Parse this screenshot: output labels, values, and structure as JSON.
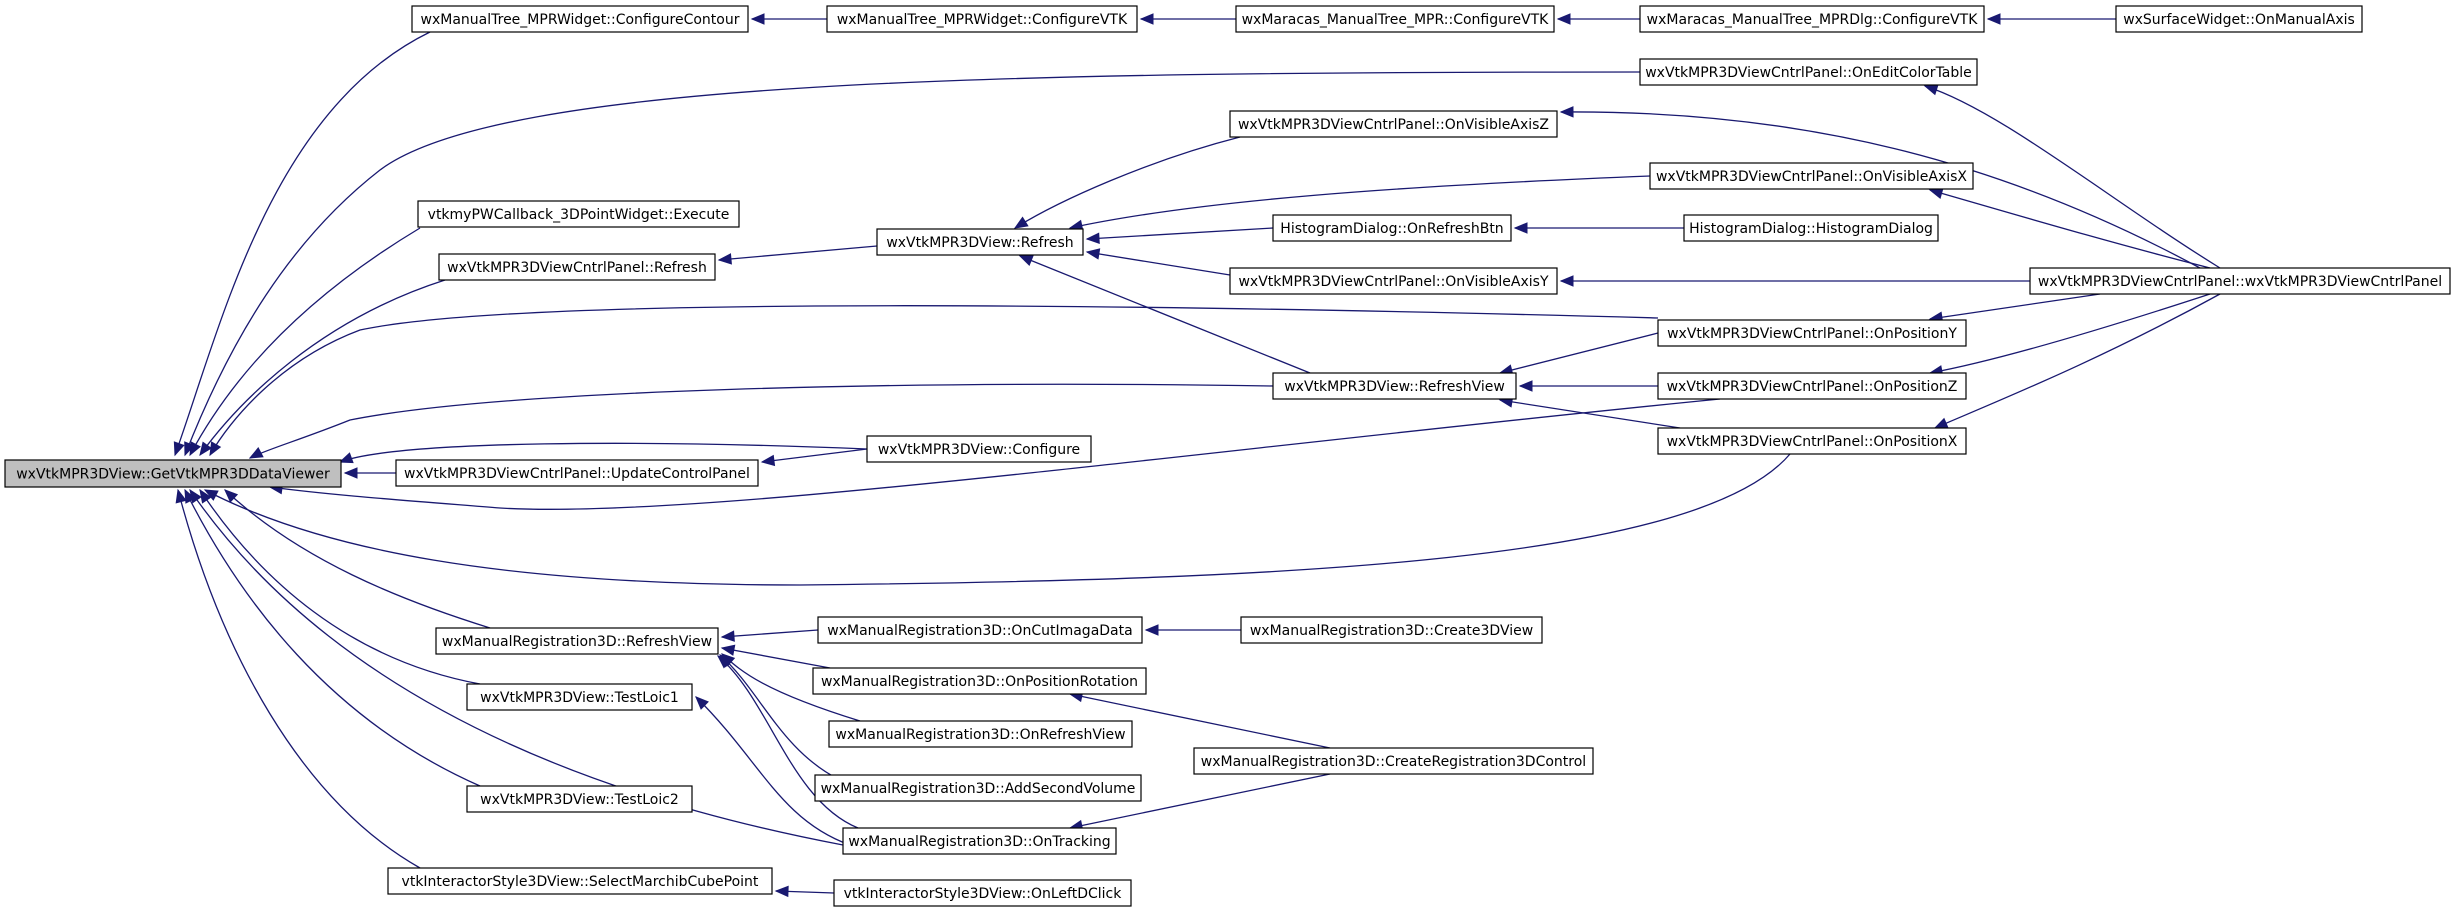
{
  "colors": {
    "edge": "#191970",
    "root_fill": "#bfbfbf",
    "node_fill": "#ffffff",
    "node_stroke": "#000000"
  },
  "nodes": [
    {
      "id": "root",
      "label": "wxVtkMPR3DView::GetVtkMPR3DDataViewer",
      "root": true
    },
    {
      "id": "mt_contour",
      "label": "wxManualTree_MPRWidget::ConfigureContour"
    },
    {
      "id": "mt_vtk",
      "label": "wxManualTree_MPRWidget::ConfigureVTK"
    },
    {
      "id": "mm_vtk",
      "label": "wxMaracas_ManualTree_MPR::ConfigureVTK"
    },
    {
      "id": "mmd_vtk",
      "label": "wxMaracas_ManualTree_MPRDlg::ConfigureVTK"
    },
    {
      "id": "surf",
      "label": "wxSurfaceWidget::OnManualAxis"
    },
    {
      "id": "edit_color",
      "label": "wxVtkMPR3DViewCntrlPanel::OnEditColorTable"
    },
    {
      "id": "vis_z",
      "label": "wxVtkMPR3DViewCntrlPanel::OnVisibleAxisZ"
    },
    {
      "id": "vis_x",
      "label": "wxVtkMPR3DViewCntrlPanel::OnVisibleAxisX"
    },
    {
      "id": "pw_exec",
      "label": "vtkmyPWCallback_3DPointWidget::Execute"
    },
    {
      "id": "hist_btn",
      "label": "HistogramDialog::OnRefreshBtn"
    },
    {
      "id": "hist_dlg",
      "label": "HistogramDialog::HistogramDialog"
    },
    {
      "id": "cp_refresh",
      "label": "wxVtkMPR3DViewCntrlPanel::Refresh"
    },
    {
      "id": "v_refresh",
      "label": "wxVtkMPR3DView::Refresh"
    },
    {
      "id": "vis_y",
      "label": "wxVtkMPR3DViewCntrlPanel::OnVisibleAxisY"
    },
    {
      "id": "cp_ctor",
      "label": "wxVtkMPR3DViewCntrlPanel::wxVtkMPR3DViewCntrlPanel"
    },
    {
      "id": "pos_y",
      "label": "wxVtkMPR3DViewCntrlPanel::OnPositionY"
    },
    {
      "id": "v_refreshview",
      "label": "wxVtkMPR3DView::RefreshView"
    },
    {
      "id": "pos_z",
      "label": "wxVtkMPR3DViewCntrlPanel::OnPositionZ"
    },
    {
      "id": "v_configure",
      "label": "wxVtkMPR3DView::Configure"
    },
    {
      "id": "pos_x",
      "label": "wxVtkMPR3DViewCntrlPanel::OnPositionX"
    },
    {
      "id": "update_cp",
      "label": "wxVtkMPR3DViewCntrlPanel::UpdateControlPanel"
    },
    {
      "id": "mr_refreshview",
      "label": "wxManualRegistration3D::RefreshView"
    },
    {
      "id": "mr_cut",
      "label": "wxManualRegistration3D::OnCutImagaData"
    },
    {
      "id": "mr_create3d",
      "label": "wxManualRegistration3D::Create3DView"
    },
    {
      "id": "mr_posrot",
      "label": "wxManualRegistration3D::OnPositionRotation"
    },
    {
      "id": "test1",
      "label": "wxVtkMPR3DView::TestLoic1"
    },
    {
      "id": "mr_onrefresh",
      "label": "wxManualRegistration3D::OnRefreshView"
    },
    {
      "id": "mr_createreg",
      "label": "wxManualRegistration3D::CreateRegistration3DControl"
    },
    {
      "id": "mr_addsecond",
      "label": "wxManualRegistration3D::AddSecondVolume"
    },
    {
      "id": "test2",
      "label": "wxVtkMPR3DView::TestLoic2"
    },
    {
      "id": "mr_tracking",
      "label": "wxManualRegistration3D::OnTracking"
    },
    {
      "id": "is_select",
      "label": "vtkInteractorStyle3DView::SelectMarchibCubePoint"
    },
    {
      "id": "is_ldclick",
      "label": "vtkInteractorStyle3DView::OnLeftDClick"
    }
  ],
  "edges": [
    {
      "from": "mt_contour",
      "to": "root"
    },
    {
      "from": "mt_vtk",
      "to": "mt_contour"
    },
    {
      "from": "mm_vtk",
      "to": "mt_vtk"
    },
    {
      "from": "mmd_vtk",
      "to": "mm_vtk"
    },
    {
      "from": "surf",
      "to": "mmd_vtk"
    },
    {
      "from": "edit_color",
      "to": "root"
    },
    {
      "from": "cp_ctor",
      "to": "edit_color"
    },
    {
      "from": "pw_exec",
      "to": "root"
    },
    {
      "from": "cp_refresh",
      "to": "root"
    },
    {
      "from": "v_refresh",
      "to": "cp_refresh"
    },
    {
      "from": "vis_z",
      "to": "v_refresh"
    },
    {
      "from": "vis_x",
      "to": "v_refresh"
    },
    {
      "from": "hist_btn",
      "to": "v_refresh"
    },
    {
      "from": "vis_y",
      "to": "v_refresh"
    },
    {
      "from": "v_refreshview",
      "to": "v_refresh"
    },
    {
      "from": "hist_dlg",
      "to": "hist_btn"
    },
    {
      "from": "cp_ctor",
      "to": "vis_z"
    },
    {
      "from": "cp_ctor",
      "to": "vis_x"
    },
    {
      "from": "cp_ctor",
      "to": "vis_y"
    },
    {
      "from": "cp_ctor",
      "to": "pos_y"
    },
    {
      "from": "cp_ctor",
      "to": "pos_z"
    },
    {
      "from": "cp_ctor",
      "to": "pos_x"
    },
    {
      "from": "pos_y",
      "to": "v_refreshview"
    },
    {
      "from": "pos_z",
      "to": "v_refreshview"
    },
    {
      "from": "pos_x",
      "to": "v_refreshview"
    },
    {
      "from": "pos_y",
      "to": "root"
    },
    {
      "from": "v_refreshview",
      "to": "root"
    },
    {
      "from": "v_configure",
      "to": "root"
    },
    {
      "from": "v_configure",
      "to": "update_cp"
    },
    {
      "from": "update_cp",
      "to": "root"
    },
    {
      "from": "pos_z",
      "to": "root"
    },
    {
      "from": "pos_x",
      "to": "root"
    },
    {
      "from": "mr_refreshview",
      "to": "root"
    },
    {
      "from": "mr_cut",
      "to": "mr_refreshview"
    },
    {
      "from": "mr_create3d",
      "to": "mr_cut"
    },
    {
      "from": "mr_posrot",
      "to": "mr_refreshview"
    },
    {
      "from": "mr_onrefresh",
      "to": "mr_refreshview"
    },
    {
      "from": "mr_addsecond",
      "to": "mr_refreshview"
    },
    {
      "from": "mr_tracking",
      "to": "mr_refreshview"
    },
    {
      "from": "mr_createreg",
      "to": "mr_posrot"
    },
    {
      "from": "mr_createreg",
      "to": "mr_tracking"
    },
    {
      "from": "test1",
      "to": "root"
    },
    {
      "from": "mr_tracking",
      "to": "test1"
    },
    {
      "from": "mr_tracking",
      "to": "root"
    },
    {
      "from": "test2",
      "to": "root"
    },
    {
      "from": "is_select",
      "to": "root"
    },
    {
      "from": "is_ldclick",
      "to": "is_select"
    }
  ]
}
